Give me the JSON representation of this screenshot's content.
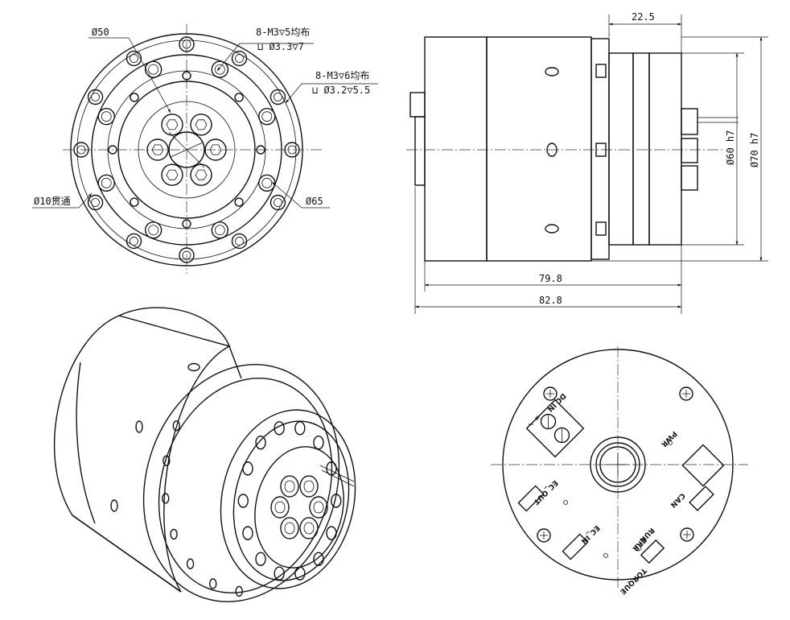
{
  "front_view": {
    "dia_50": "Ø50",
    "thread_8_5_line1": "8-M3▽5均布",
    "thread_8_5_line2": "⊔ Ø3.3▽7",
    "thread_8_6_line1": "8-M3▽6均布",
    "thread_8_6_line2": "⊔ Ø3.2▽5.5",
    "through_10": "Ø10贯通",
    "dia_65": "Ø65"
  },
  "side_view": {
    "dim_22_5": "22.5",
    "dim_60_h7": "Ø60 h7",
    "dim_70_h7": "Ø70 h7",
    "dim_79_8": "79.8",
    "dim_82_8": "82.8"
  },
  "back_view": {
    "dc_in": "DC IN",
    "pwr": "PWR",
    "ec_out": "EC_OUT",
    "ec_in": "EC_IN",
    "err": "ERR",
    "run": "RUN",
    "can": "CAN",
    "torque": "TORQUE",
    "plus": "+",
    "minus": "−"
  }
}
